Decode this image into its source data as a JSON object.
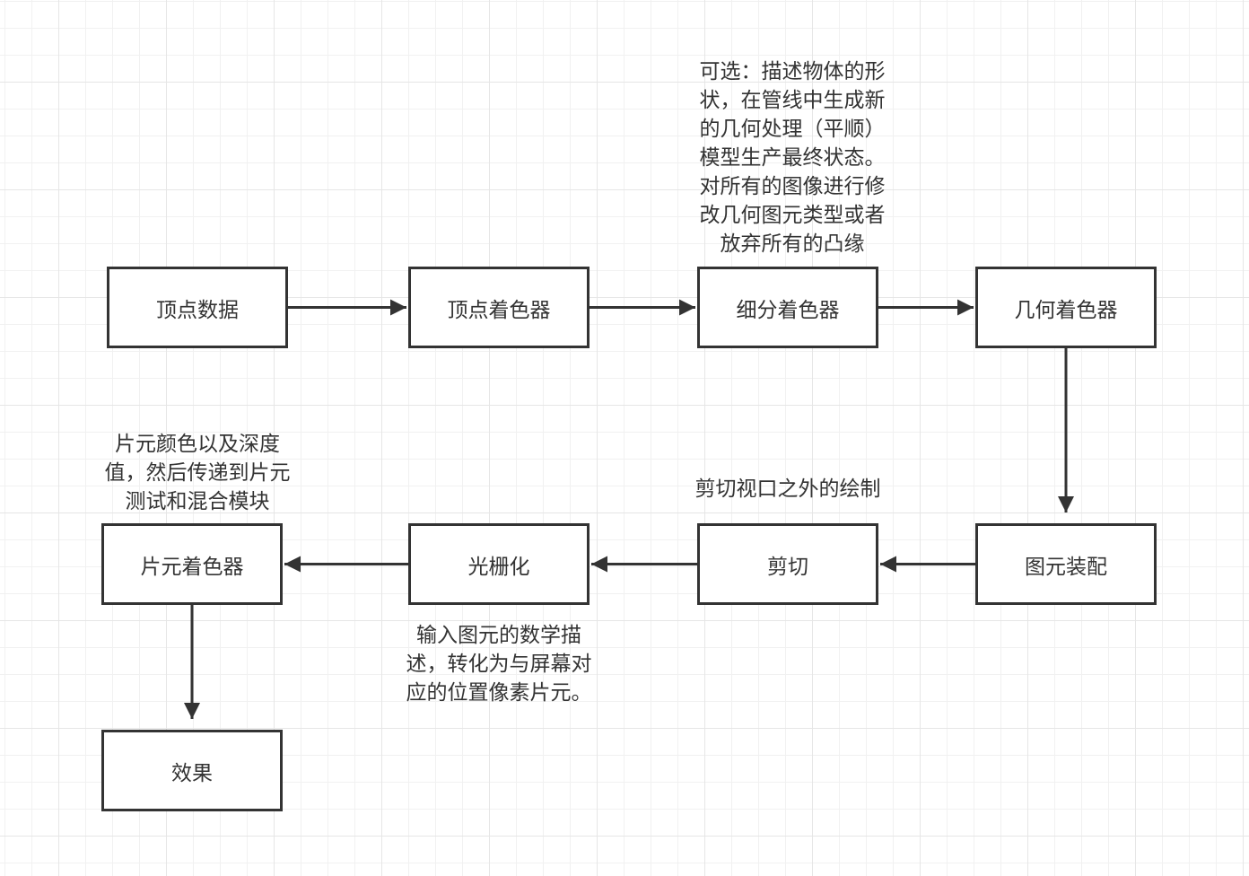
{
  "diagram": {
    "type": "flowchart",
    "title": "",
    "nodes": [
      {
        "id": "vertex-data",
        "label": "顶点数据"
      },
      {
        "id": "vertex-shader",
        "label": "顶点着色器"
      },
      {
        "id": "tessellation-shader",
        "label": "细分着色器"
      },
      {
        "id": "geometry-shader",
        "label": "几何着色器"
      },
      {
        "id": "primitive-assembly",
        "label": "图元装配"
      },
      {
        "id": "clipping",
        "label": "剪切"
      },
      {
        "id": "rasterization",
        "label": "光栅化"
      },
      {
        "id": "fragment-shader",
        "label": "片元着色器"
      },
      {
        "id": "effect",
        "label": "效果"
      }
    ],
    "edges": [
      {
        "from": "vertex-data",
        "to": "vertex-shader"
      },
      {
        "from": "vertex-shader",
        "to": "tessellation-shader"
      },
      {
        "from": "tessellation-shader",
        "to": "geometry-shader"
      },
      {
        "from": "geometry-shader",
        "to": "primitive-assembly"
      },
      {
        "from": "primitive-assembly",
        "to": "clipping"
      },
      {
        "from": "clipping",
        "to": "rasterization"
      },
      {
        "from": "rasterization",
        "to": "fragment-shader"
      },
      {
        "from": "fragment-shader",
        "to": "effect"
      }
    ],
    "annotations": {
      "geometry": "可选：描述物体的形\n状，在管线中生成新\n的几何处理（平顺）\n模型生产最终状态。\n对所有的图像进行修\n改几何图元类型或者\n放弃所有的凸缘",
      "fragment": "片元颜色以及深度\n值，然后传递到片元\n测试和混合模块",
      "clipping": "剪切视口之外的绘制",
      "rasterization": "输入图元的数学描\n述，转化为与屏幕对\n应的位置像素片元。"
    },
    "colors": {
      "stroke": "#333333",
      "text": "#333333",
      "node_fill": "#ffffff",
      "grid": "#e6e6e6"
    }
  }
}
